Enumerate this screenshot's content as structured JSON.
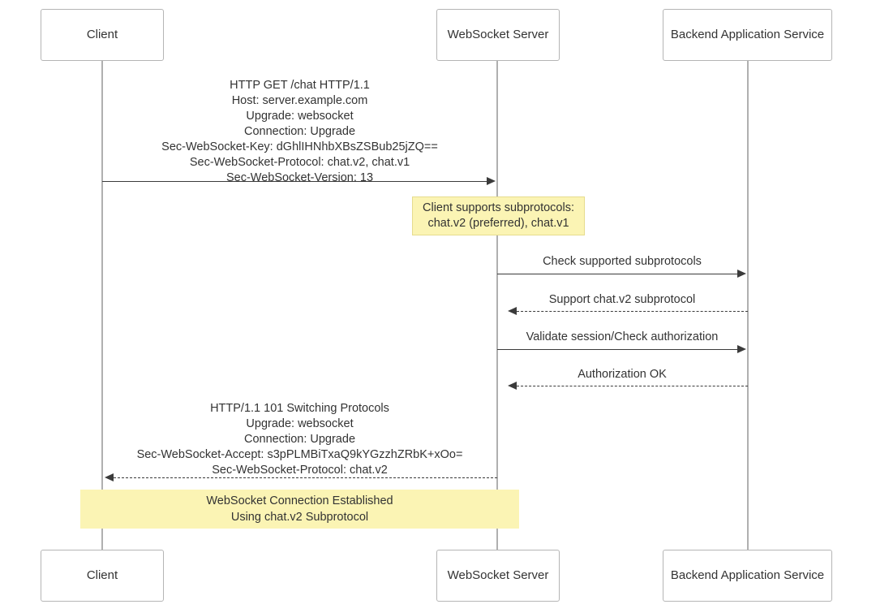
{
  "diagram": {
    "title": "WebSocket Handshake with Subprotocol Negotiation Sequence Diagram",
    "colors": {
      "note_fill": "#fbf4b4",
      "note_border": "#e6dc8e",
      "actor_border": "#b5b5b5",
      "lifeline": "#b0b0b0",
      "arrow": "#3b3b3b",
      "text": "#333333",
      "background": "#ffffff"
    }
  },
  "actors": [
    {
      "id": "client",
      "label": "Client"
    },
    {
      "id": "server",
      "label": "WebSocket Server"
    },
    {
      "id": "backend",
      "label": "Backend Application Service"
    }
  ],
  "actors_bottom": [
    {
      "id": "client",
      "label": "Client"
    },
    {
      "id": "server",
      "label": "WebSocket Server"
    },
    {
      "id": "backend",
      "label": "Backend Application Service"
    }
  ],
  "messages": [
    {
      "id": "m1",
      "from": "client",
      "to": "server",
      "style": "solid",
      "direction": "right",
      "label": "HTTP GET /chat HTTP/1.1\nHost: server.example.com\nUpgrade: websocket\nConnection: Upgrade\nSec-WebSocket-Key: dGhlIHNhbXBsZSBub25jZQ==\nSec-WebSocket-Protocol: chat.v2, chat.v1\nSec-WebSocket-Version: 13"
    },
    {
      "id": "m2",
      "from": "server",
      "to": "backend",
      "style": "solid",
      "direction": "right",
      "label": "Check supported subprotocols"
    },
    {
      "id": "m3",
      "from": "backend",
      "to": "server",
      "style": "dashed",
      "direction": "left",
      "label": "Support chat.v2 subprotocol"
    },
    {
      "id": "m4",
      "from": "server",
      "to": "backend",
      "style": "solid",
      "direction": "right",
      "label": "Validate session/Check authorization"
    },
    {
      "id": "m5",
      "from": "backend",
      "to": "server",
      "style": "dashed",
      "direction": "left",
      "label": "Authorization OK"
    },
    {
      "id": "m6",
      "from": "server",
      "to": "client",
      "style": "dashed",
      "direction": "left",
      "label": "HTTP/1.1 101 Switching Protocols\nUpgrade: websocket\nConnection: Upgrade\nSec-WebSocket-Accept: s3pPLMBiTxaQ9kYGzzhZRbK+xOo=\nSec-WebSocket-Protocol: chat.v2"
    }
  ],
  "notes": [
    {
      "id": "n1",
      "line1": "Client supports subprotocols:",
      "line2": "chat.v2 (preferred), chat.v1"
    }
  ],
  "banners": [
    {
      "id": "b1",
      "line1": "WebSocket Connection Established",
      "line2": "Using chat.v2 Subprotocol"
    }
  ]
}
